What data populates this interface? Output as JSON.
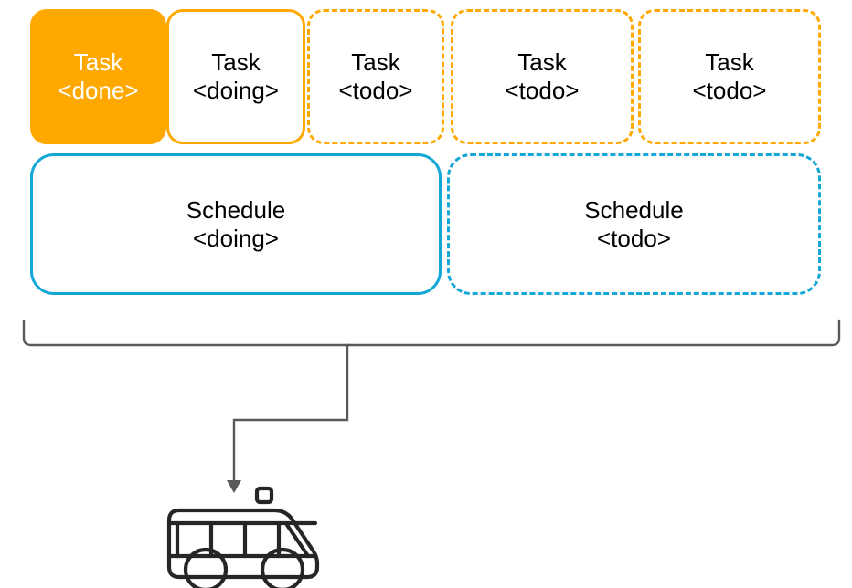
{
  "diagram": {
    "title": "Task and Schedule pipeline feeding a bus",
    "colors": {
      "orange": "#FFA900",
      "blue": "#12A7D6",
      "line_gray": "#595959",
      "icon_dark": "#262626",
      "white": "#FFFFFF"
    },
    "task_row": {
      "label": "task-row",
      "items": [
        {
          "label": "Task\n<done>",
          "state": "done",
          "style": "filled-solid",
          "color": "#FFA900"
        },
        {
          "label": "Task\n<doing>",
          "state": "doing",
          "style": "outline-solid",
          "color": "#FFA900"
        },
        {
          "label": "Task\n<todo>",
          "state": "todo",
          "style": "outline-dashed",
          "color": "#FFA900"
        },
        {
          "label": "Task\n<todo>",
          "state": "todo",
          "style": "outline-dashed",
          "color": "#FFA900"
        },
        {
          "label": "Task\n<todo>",
          "state": "todo",
          "style": "outline-dashed",
          "color": "#FFA900"
        }
      ]
    },
    "schedule_row": {
      "label": "schedule-row",
      "items": [
        {
          "label": "Schedule\n<doing>",
          "state": "doing",
          "style": "outline-solid",
          "color": "#12A7D6"
        },
        {
          "label": "Schedule\n<todo>",
          "state": "todo",
          "style": "outline-dashed",
          "color": "#12A7D6"
        }
      ]
    },
    "connector": {
      "label": "grouping-bracket-and-arrow",
      "bracket_name": "group-bracket",
      "arrow_name": "arrow-to-bus"
    },
    "target": {
      "icon": "bus-icon",
      "label": ""
    }
  }
}
